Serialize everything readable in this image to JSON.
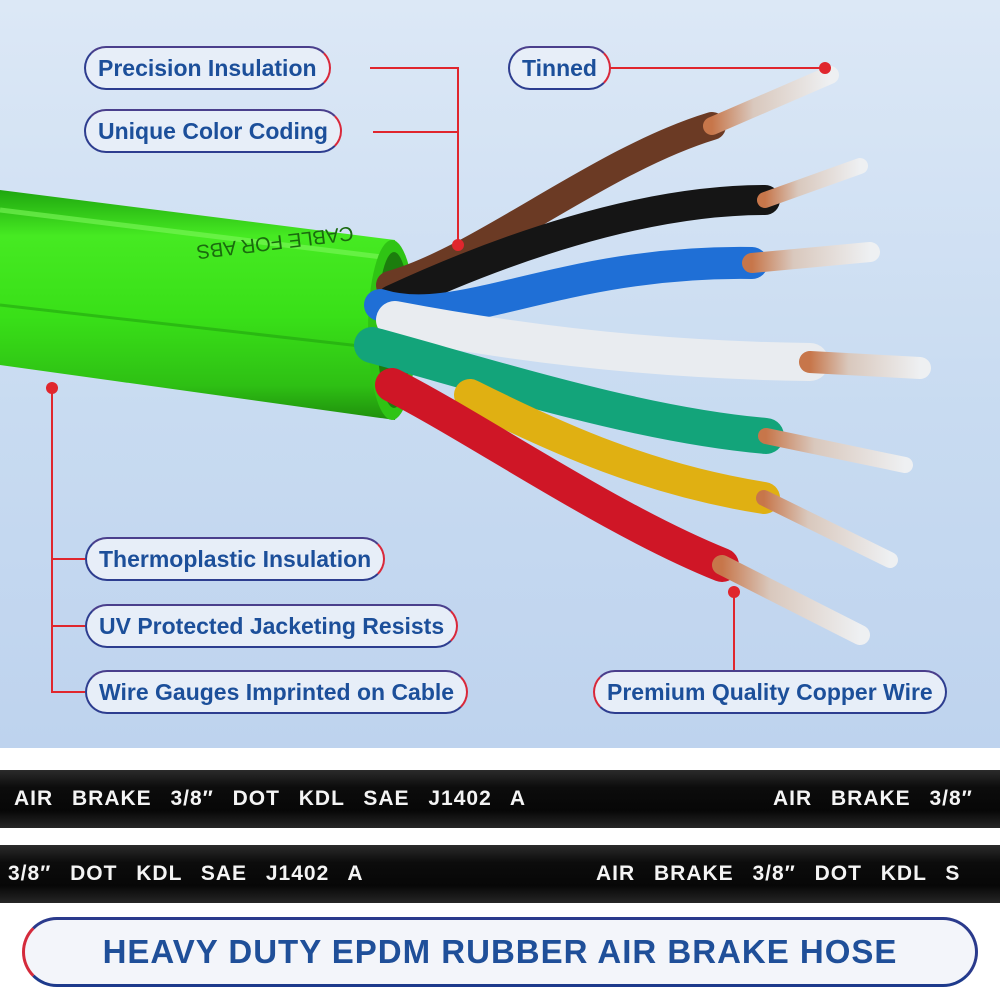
{
  "callouts": {
    "precision_insulation": "Precision Insulation",
    "unique_color_coding": "Unique Color Coding",
    "tinned": "Tinned",
    "thermoplastic_insulation": "Thermoplastic Insulation",
    "uv_protected": "UV Protected Jacketing Resists",
    "wire_gauges": "Wire Gauges Imprinted on Cable",
    "premium_copper": "Premium Quality Copper Wire"
  },
  "cable_jacket_print": "CABLE FOR ABS",
  "hose_1": {
    "print_a": "AIR BRAKE 3/8″ DOT KDL SAE J1402 A",
    "print_b": "AIR BRAKE 3/8″"
  },
  "hose_2": {
    "print_a": "3/8″ DOT KDL SAE J1402 A",
    "print_b": "AIR BRAKE 3/8″ DOT KDL S"
  },
  "banner": "HEAVY DUTY EPDM RUBBER AIR BRAKE HOSE",
  "colors": {
    "jacket": "#3ee31a",
    "callout_text": "#1c4f9a",
    "leader_line": "#e0262d",
    "wires": [
      "#6b3a24",
      "#151515",
      "#1f6fd6",
      "#e9ecf0",
      "#13a47a",
      "#e0b012",
      "#cf1626"
    ]
  }
}
